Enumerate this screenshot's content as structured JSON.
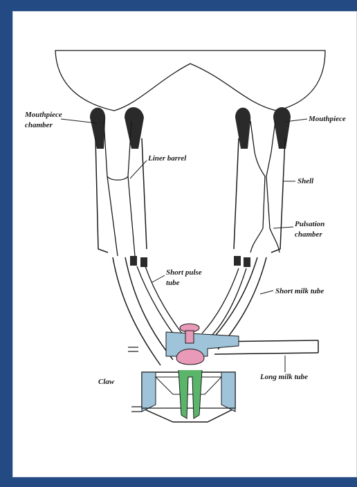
{
  "colors": {
    "frame": "#234a82",
    "claw_blue": "#9fc3d9",
    "pink": "#e89ab8",
    "green": "#5ab56a",
    "ink": "#1a1a1a",
    "mouthpiece": "#2a2a2a"
  },
  "labels": {
    "mouthpiece_chamber_l1": "Mouthpiece",
    "mouthpiece_chamber_l2": "chamber",
    "mouthpiece": "Mouthpiece",
    "liner_barrel": "Liner barrel",
    "shell": "Shell",
    "pulsation_chamber_l1": "Pulsation",
    "pulsation_chamber_l2": "chamber",
    "short_pulse_tube_l1": "Short pulse",
    "short_pulse_tube_l2": "tube",
    "short_milk_tube": "Short milk tube",
    "claw": "Claw",
    "long_milk_tube": "Long milk tube"
  }
}
